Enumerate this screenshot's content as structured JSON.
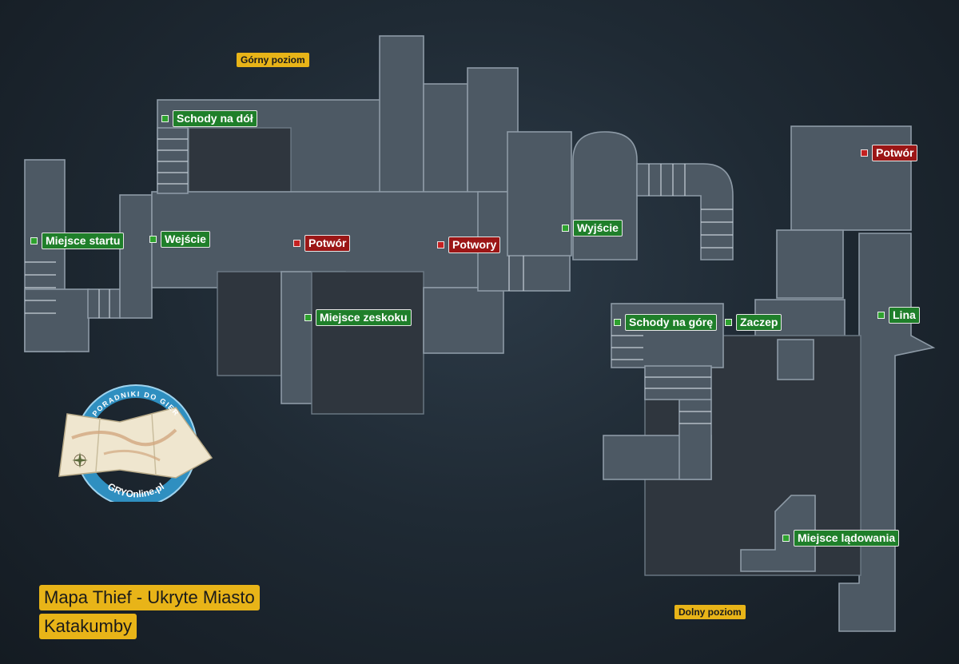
{
  "title": {
    "line1": "Mapa Thief - Ukryte Miasto",
    "line2": "Katakumby"
  },
  "levels": {
    "upper": "Górny poziom",
    "lower": "Dolny poziom"
  },
  "markers": {
    "stairs_down": "Schody na dół",
    "start": "Miejsce startu",
    "entrance": "Wejście",
    "monster_upper": "Potwór",
    "monsters": "Potwory",
    "exit": "Wyjście",
    "jump_spot": "Miejsce zeskoku",
    "monster_lower": "Potwór",
    "rope": "Lina",
    "stairs_up": "Schody na górę",
    "grapple": "Zaczep",
    "landing": "Miejsce lądowania"
  },
  "logo": {
    "arc_text": "PORADNIKI DO GIER",
    "brand": "GRYOnline.pl"
  },
  "colors": {
    "background": "#1f2a34",
    "room": "#4d5964",
    "location_marker": "#2ea12e",
    "monster_marker": "#c42121",
    "label_highlight": "#e8b418",
    "logo_ring": "#2f8fc0"
  }
}
